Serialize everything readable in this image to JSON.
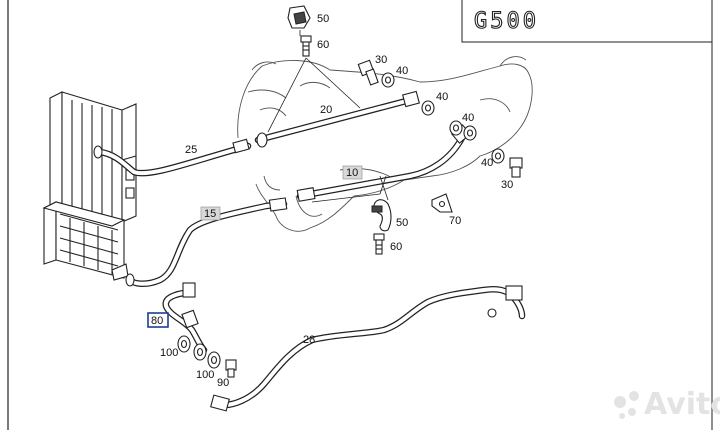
{
  "model_label": "G500",
  "watermark": "Avito",
  "callouts": [
    {
      "id": "50a",
      "text": "50",
      "boxed": false
    },
    {
      "id": "60a",
      "text": "60",
      "boxed": false
    },
    {
      "id": "30a",
      "text": "30",
      "boxed": false
    },
    {
      "id": "40a",
      "text": "40",
      "boxed": false
    },
    {
      "id": "40b",
      "text": "40",
      "boxed": false
    },
    {
      "id": "20",
      "text": "20",
      "boxed": false
    },
    {
      "id": "40c",
      "text": "40",
      "boxed": false
    },
    {
      "id": "25",
      "text": "25",
      "boxed": false
    },
    {
      "id": "10",
      "text": "10",
      "boxed": true
    },
    {
      "id": "40d",
      "text": "40",
      "boxed": false
    },
    {
      "id": "30b",
      "text": "30",
      "boxed": false
    },
    {
      "id": "15",
      "text": "15",
      "boxed": true
    },
    {
      "id": "70",
      "text": "70",
      "boxed": false
    },
    {
      "id": "50b",
      "text": "50",
      "boxed": false
    },
    {
      "id": "60b",
      "text": "60",
      "boxed": false
    },
    {
      "id": "80",
      "text": "80",
      "boxed": true
    },
    {
      "id": "28",
      "text": "28",
      "boxed": false
    },
    {
      "id": "100a",
      "text": "100",
      "boxed": false
    },
    {
      "id": "100b",
      "text": "100",
      "boxed": false
    },
    {
      "id": "90",
      "text": "90",
      "boxed": false
    }
  ]
}
